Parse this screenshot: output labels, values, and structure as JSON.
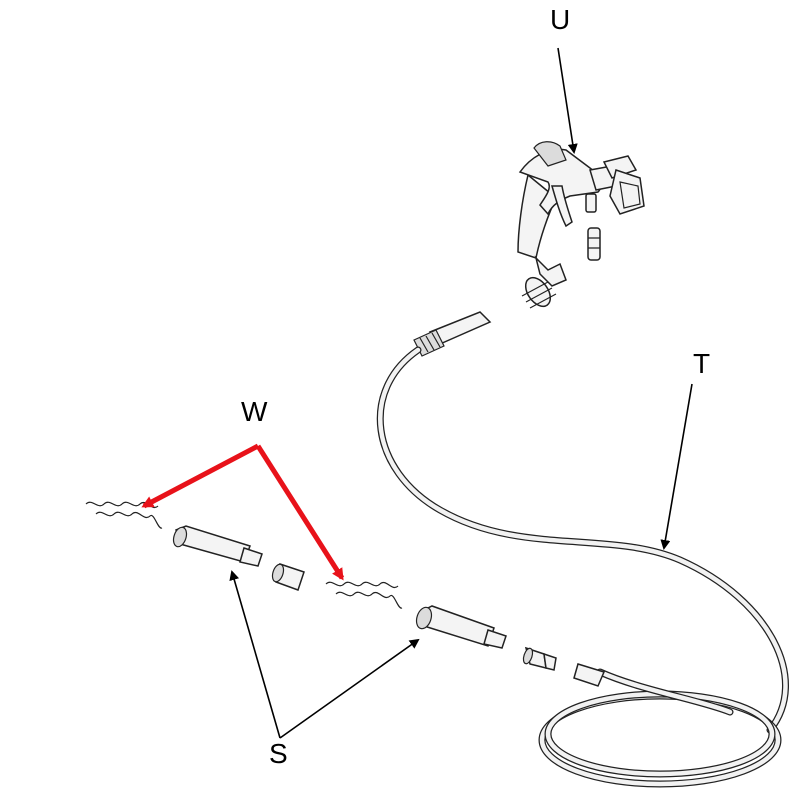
{
  "callouts": {
    "gun": "U",
    "hose": "T",
    "screens": "W",
    "extensions": "S"
  },
  "colors": {
    "pointer_black": "#000000",
    "pointer_red": "#e8121a",
    "outline": "#222222"
  }
}
